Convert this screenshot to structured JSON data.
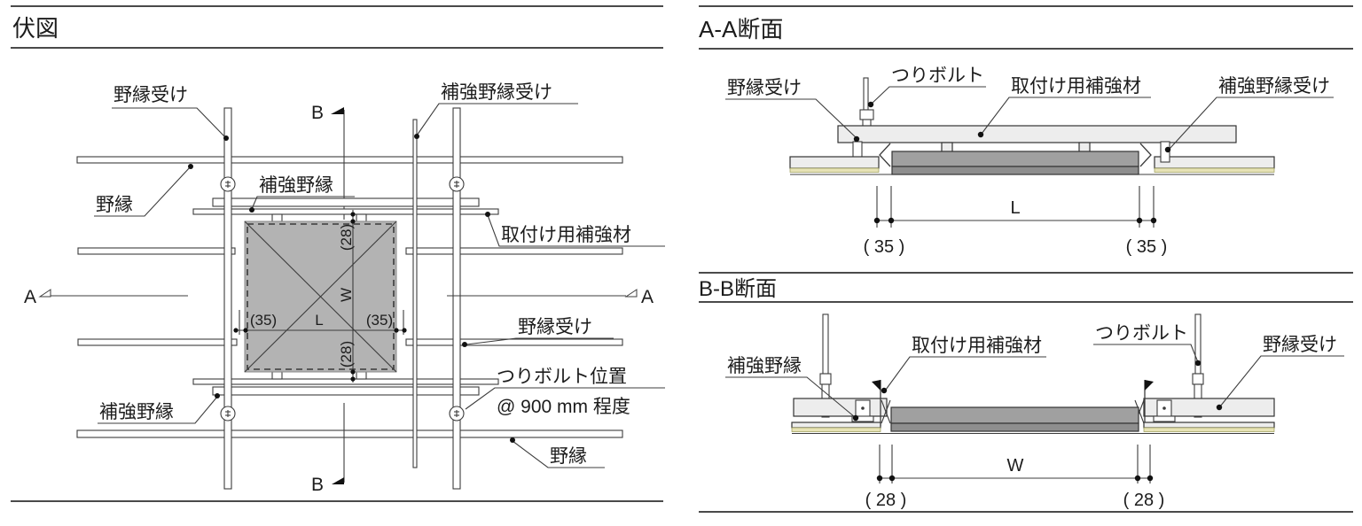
{
  "plan": {
    "title": "伏図",
    "labels": {
      "joist_hanger_tl": "野縁受け",
      "section_b_top": "B",
      "reinforced_hanger": "補強野縁受け",
      "joist_left": "野縁",
      "reinforced_joist_top": "補強野縁",
      "mounting_member": "取付け用補強材",
      "section_a_left": "A",
      "section_a_right": "A",
      "joist_hanger_right": "野縁受け",
      "bolt_position_line1": "つりボルト位置",
      "bolt_position_line2": "@ 900 mm 程度",
      "reinforced_joist_bottom": "補強野縁",
      "joist_bottom": "野縁",
      "section_b_bottom": "B"
    },
    "dims": {
      "top": "(28)",
      "middle_vertical": "W",
      "bottom": "(28)",
      "left": "(35)",
      "center_horizontal": "L",
      "right": "(35)"
    }
  },
  "section_aa": {
    "title": "A-A断面",
    "labels": {
      "joist_hanger": "野縁受け",
      "hanging_bolt": "つりボルト",
      "mounting_member": "取付け用補強材",
      "reinforced_hanger": "補強野縁受け"
    },
    "dims": {
      "span": "L",
      "left": "( 35 )",
      "right": "( 35 )"
    }
  },
  "section_bb": {
    "title": "B-B断面",
    "labels": {
      "reinforced_joist": "補強野縁",
      "mounting_member": "取付け用補強材",
      "hanging_bolt": "つりボルト",
      "joist_hanger": "野縁受け"
    },
    "dims": {
      "span": "W",
      "left": "( 28 )",
      "right": "( 28 )"
    }
  },
  "colors": {
    "line": "#3c3c3c",
    "fill_light": "#ededed",
    "fill_opening": "#b3b3b3",
    "fill_fixture": "#a0a0a0",
    "fill_fixture_dark": "#8e8e8e",
    "board_yellow": "#e7e3b6"
  }
}
